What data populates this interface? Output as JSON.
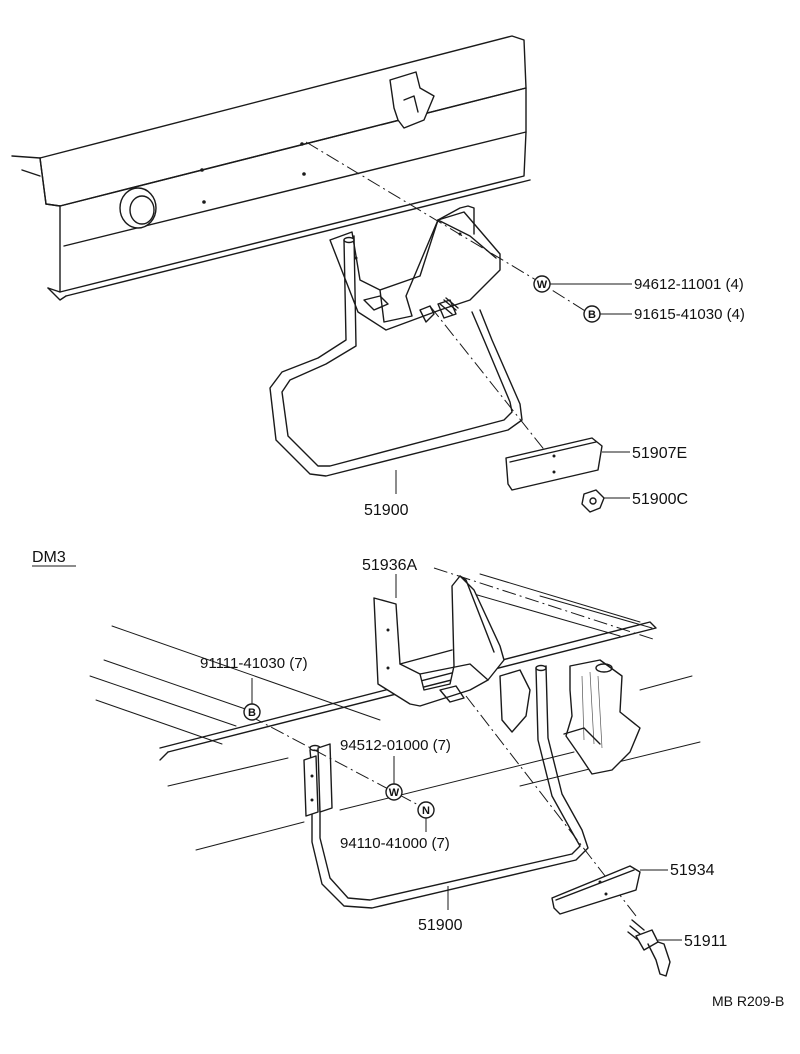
{
  "section": {
    "label": "DM3"
  },
  "reference_code": "MB R209-B",
  "upper_assembly": {
    "washer_badge": "W",
    "bolt_badge": "B",
    "washer_part": "94612-11001 (4)",
    "bolt_part": "91615-41030 (4)",
    "bracket_plate": "51907E",
    "nut": "51900C",
    "carrier": "51900"
  },
  "lower_assembly": {
    "hanger_bracket": "51936A",
    "bolt_badge": "B",
    "bolt_part": "91111-41030 (7)",
    "washer_badge": "W",
    "washer_part": "94512-01000 (7)",
    "nut_badge": "N",
    "nut_part": "94110-41000 (7)",
    "bracket_plate": "51934",
    "carrier": "51900",
    "lock_bolt": "51911"
  }
}
